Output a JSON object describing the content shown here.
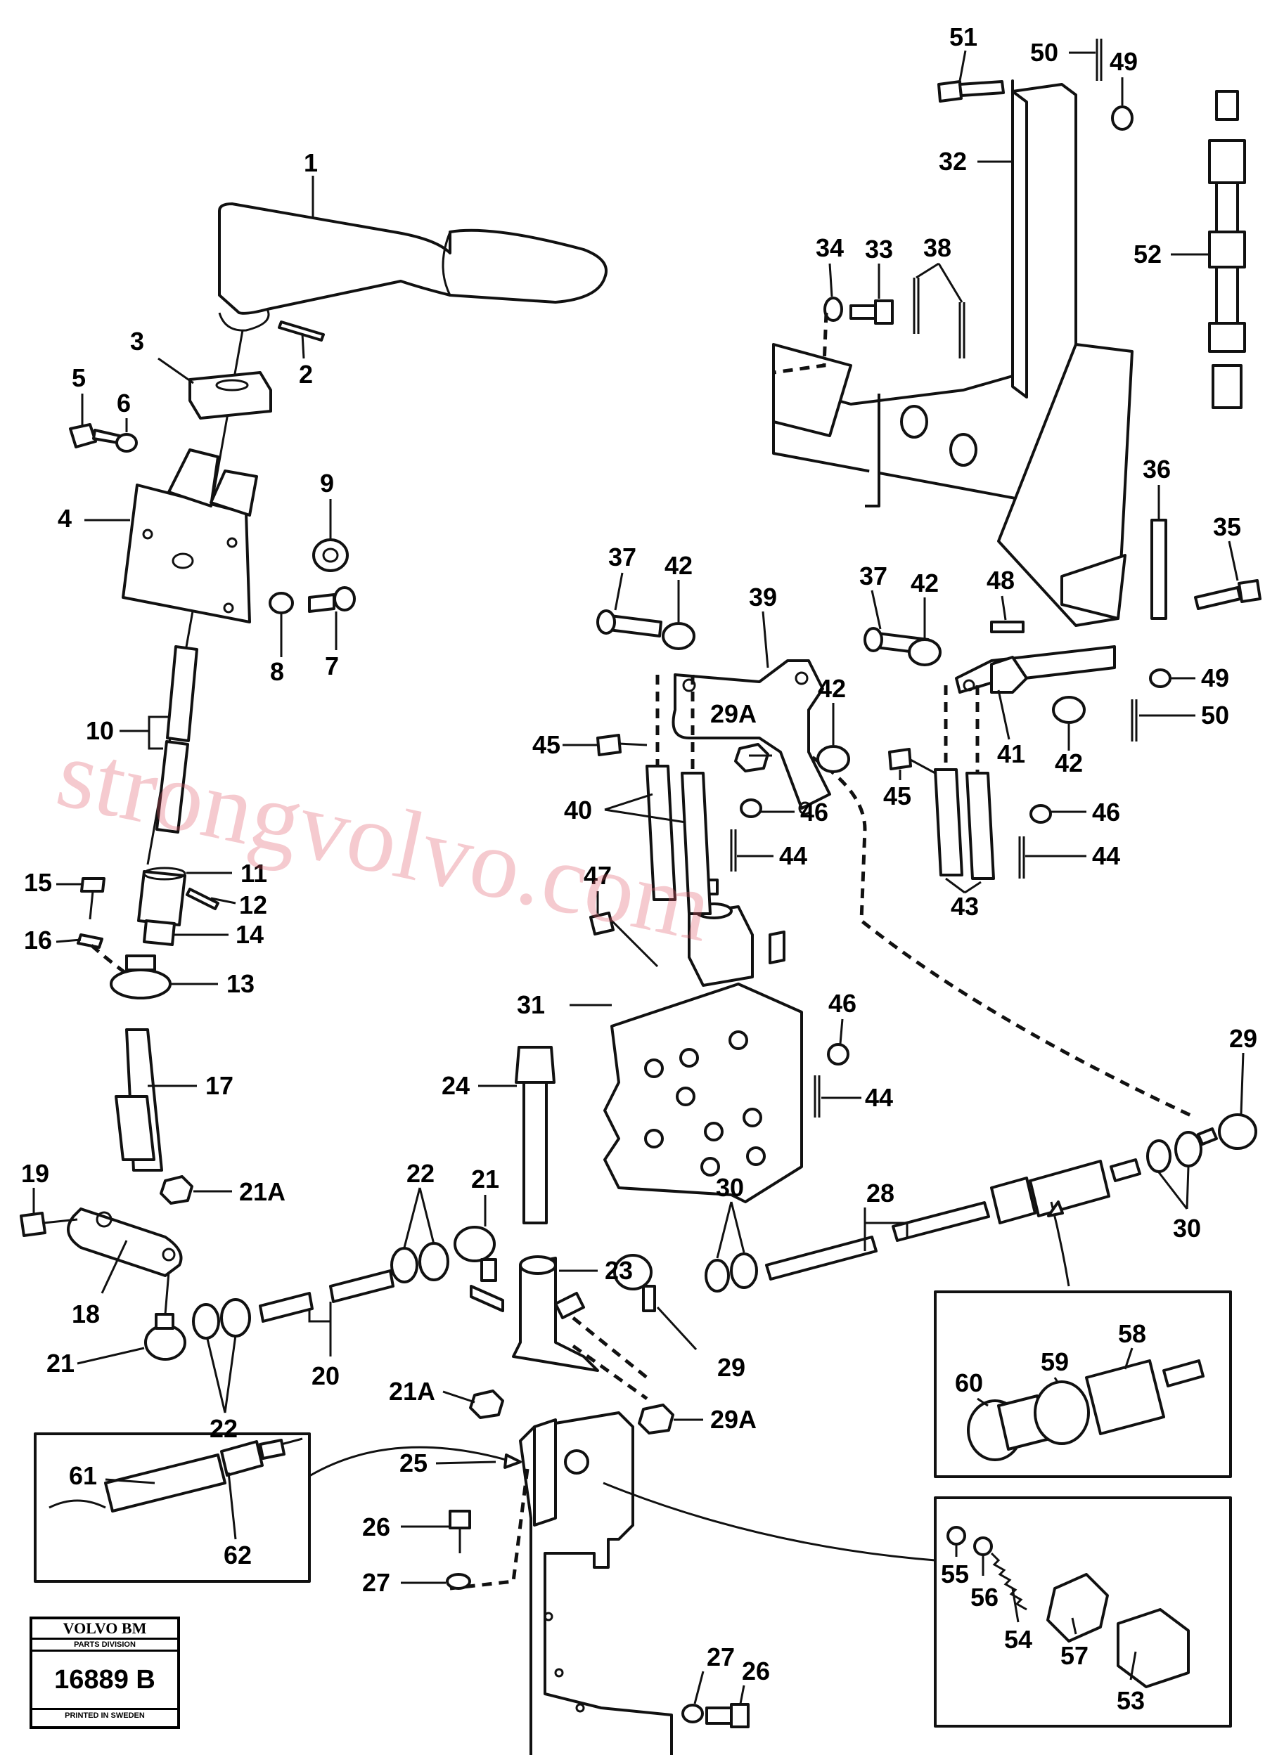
{
  "watermark": "strongvolvo.com",
  "logo": {
    "brand": "VOLVO BM",
    "division": "PARTS DIVISION",
    "drawing_number": "16889 B",
    "printed": "PRINTED IN SWEDEN"
  },
  "callouts": [
    "1",
    "2",
    "3",
    "4",
    "5",
    "6",
    "7",
    "8",
    "9",
    "10",
    "11",
    "12",
    "13",
    "14",
    "15",
    "16",
    "17",
    "18",
    "19",
    "20",
    "21",
    "21A",
    "22",
    "23",
    "24",
    "25",
    "26",
    "27",
    "28",
    "29",
    "29A",
    "30",
    "31",
    "32",
    "33",
    "34",
    "35",
    "36",
    "37",
    "38",
    "39",
    "40",
    "41",
    "42",
    "43",
    "44",
    "45",
    "46",
    "47",
    "48",
    "49",
    "50",
    "51",
    "52",
    "53",
    "54",
    "55",
    "56",
    "57",
    "58",
    "59",
    "60",
    "61",
    "62"
  ]
}
